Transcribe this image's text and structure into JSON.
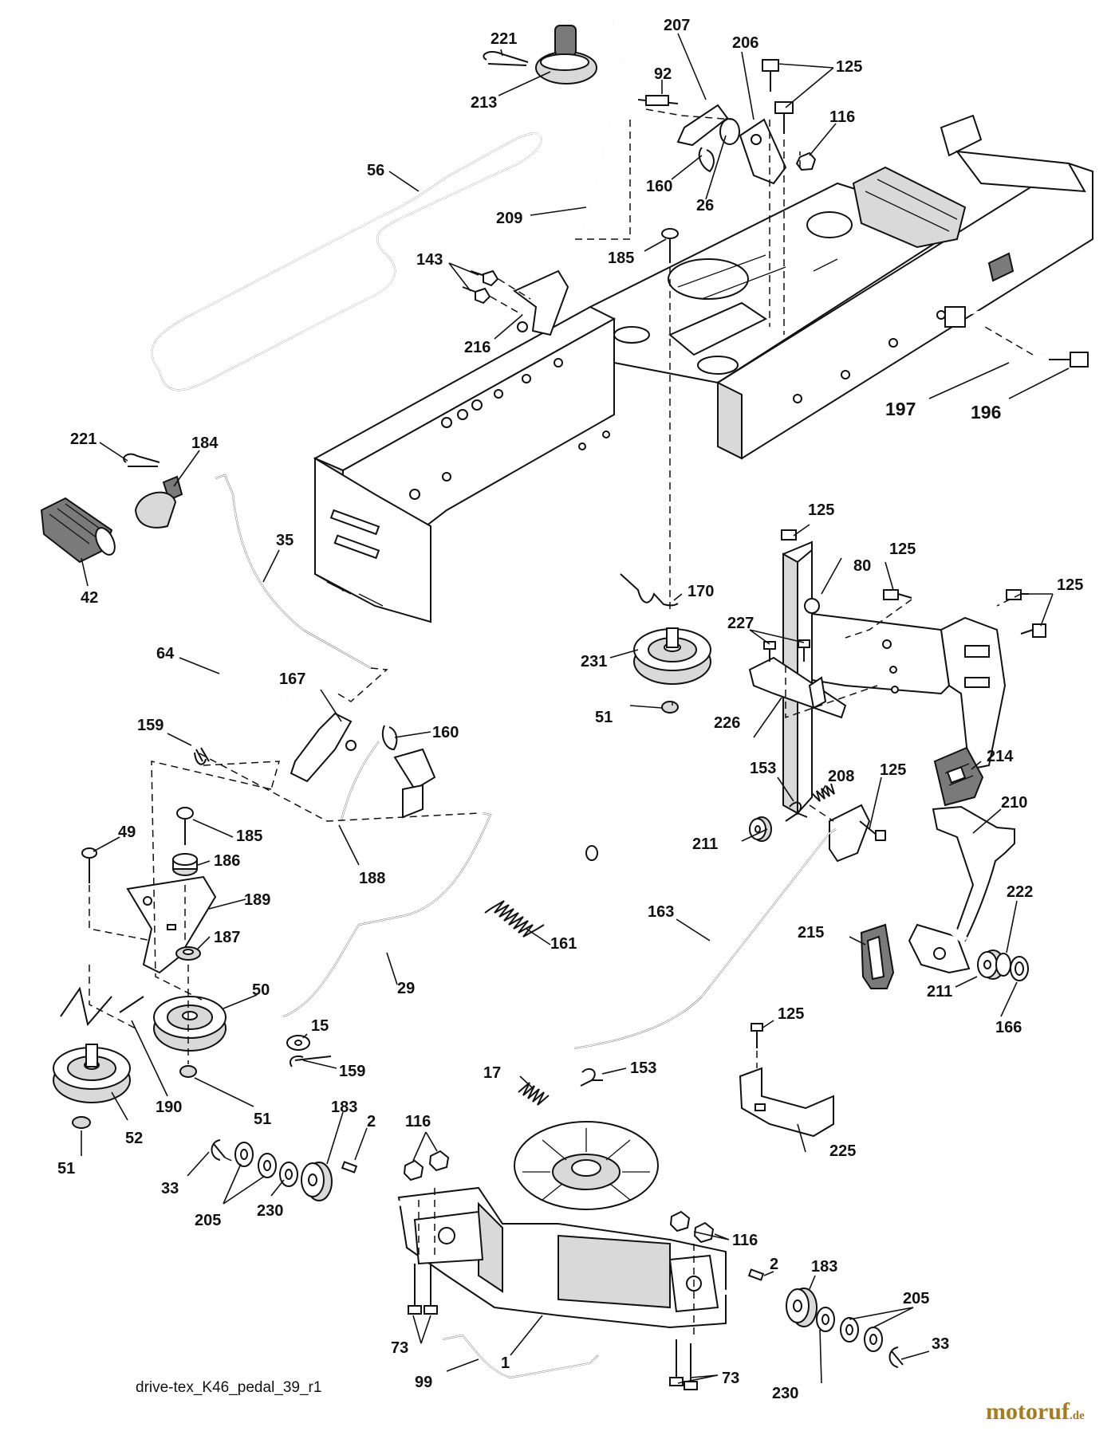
{
  "diagram": {
    "drawing_code": "drive-tex_K46_pedal_39_r1",
    "watermark": {
      "name": "motoruf",
      "tld": ".de",
      "color": "#a67c1e"
    },
    "labels": {
      "l221a": "221",
      "l213": "213",
      "l207": "207",
      "l92": "92",
      "l206": "206",
      "l125a": "125",
      "l116a": "116",
      "l56": "56",
      "l160a": "160",
      "l26": "26",
      "l209": "209",
      "l185a": "185",
      "l143": "143",
      "l216": "216",
      "l197": "197",
      "l196": "196",
      "l221b": "221",
      "l184": "184",
      "l35": "35",
      "l42": "42",
      "l125b": "125",
      "l125c": "125",
      "l80": "80",
      "l125d": "125",
      "l170": "170",
      "l227": "227",
      "l231": "231",
      "l64": "64",
      "l167": "167",
      "l51a": "51",
      "l226": "226",
      "l159a": "159",
      "l160b": "160",
      "l153a": "153",
      "l208": "208",
      "l125e": "125",
      "l214": "214",
      "l49": "49",
      "l185b": "185",
      "l186": "186",
      "l188": "188",
      "l189": "189",
      "l211a": "211",
      "l210": "210",
      "l187": "187",
      "l161": "161",
      "l163": "163",
      "l222": "222",
      "l215": "215",
      "l50": "50",
      "l29": "29",
      "l211b": "211",
      "l166": "166",
      "l15": "15",
      "l125f": "125",
      "l159b": "159",
      "l190": "190",
      "l17": "17",
      "l153b": "153",
      "l51b": "51",
      "l183a": "183",
      "l52": "52",
      "l51c": "51",
      "l2a": "2",
      "l116b": "116",
      "l225": "225",
      "l33a": "33",
      "l230a": "230",
      "l205a": "205",
      "l116c": "116",
      "l2b": "2",
      "l183b": "183",
      "l1": "1",
      "l205b": "205",
      "l73a": "73",
      "l33b": "33",
      "l99": "99",
      "l73b": "73",
      "l230b": "230"
    }
  }
}
